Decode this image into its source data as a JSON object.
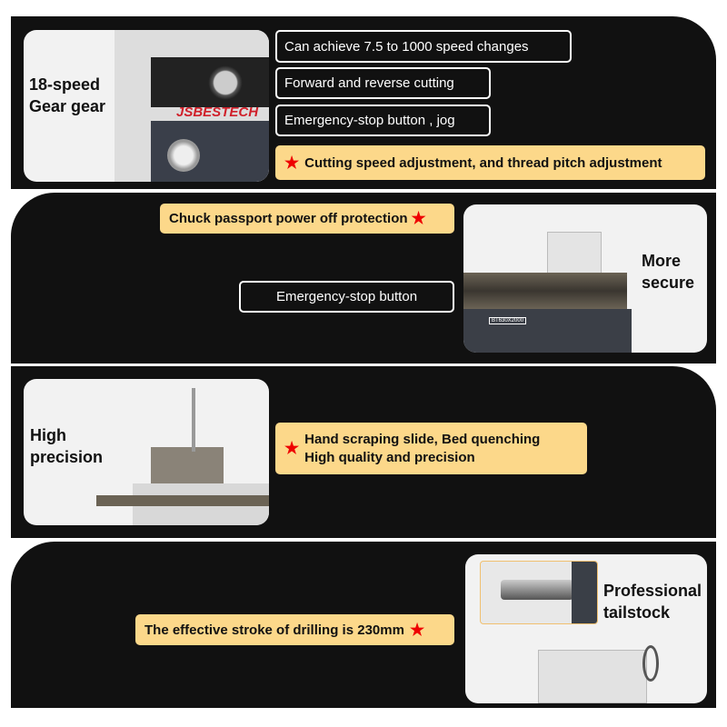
{
  "section1": {
    "label_line1": "18-speed",
    "label_line2": "Gear gear",
    "brand": "JSBESTECH",
    "callouts": [
      "Can achieve 7.5 to 1000 speed changes",
      "Forward and reverse cutting",
      "Emergency-stop button ,  jog"
    ],
    "highlight": "Cutting speed adjustment, and thread pitch adjustment"
  },
  "section2": {
    "highlight": "Chuck passport power off protection",
    "callout": "Emergency-stop button",
    "label_line1": "More",
    "label_line2": "secure",
    "model_plate": "BT630X2000"
  },
  "section3": {
    "label_line1": "High",
    "label_line2": "precision",
    "highlight_line1": "Hand scraping slide, Bed quenching",
    "highlight_line2": "High quality and precision"
  },
  "section4": {
    "highlight": "The effective stroke of drilling is 230mm",
    "label_line1": "Professional",
    "label_line2": "tailstock"
  },
  "colors": {
    "panel": "#111111",
    "highlight": "#fcd88a",
    "star": "#ee0000",
    "brand": "#d0202a"
  }
}
